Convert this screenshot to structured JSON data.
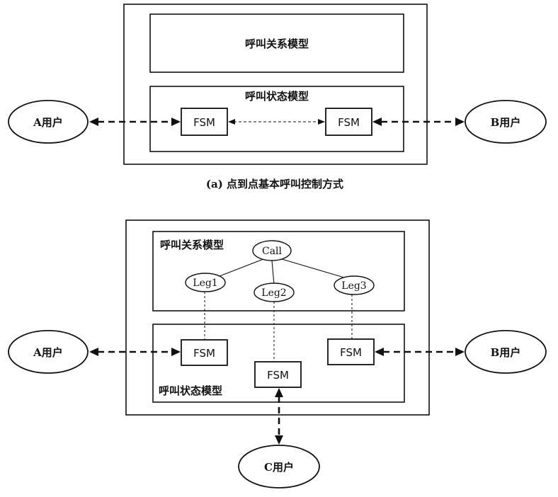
{
  "diagram_a": {
    "relation_model_label": "呼叫关系模型",
    "state_model_label": "呼叫状态模型",
    "fsm_left": "FSM",
    "fsm_right": "FSM",
    "user_a": "A用户",
    "user_b": "B用户",
    "caption": "(a) 点到点基本呼叫控制方式"
  },
  "diagram_b": {
    "relation_model_label": "呼叫关系模型",
    "state_model_label": "呼叫状态模型",
    "call": "Call",
    "leg1": "Leg1",
    "leg2": "Leg2",
    "leg3": "Leg3",
    "fsm_left": "FSM",
    "fsm_middle": "FSM",
    "fsm_right": "FSM",
    "user_a": "A用户",
    "user_b": "B用户",
    "user_c": "C用户"
  }
}
